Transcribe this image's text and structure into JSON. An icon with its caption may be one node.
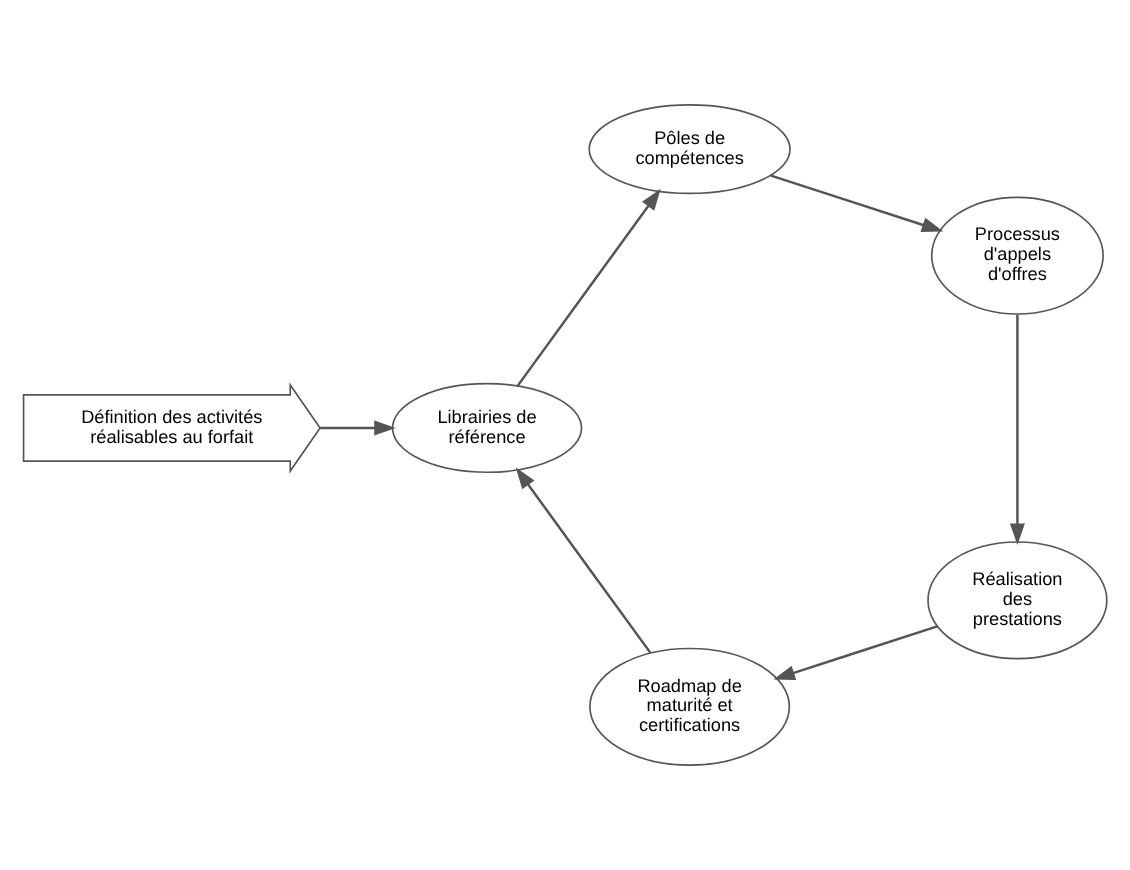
{
  "diagram": {
    "nodes": [
      {
        "text": [
          "Définition des activités réalisables au forfait"
        ]
      },
      {
        "text": [
          "Librairies de référence"
        ]
      },
      {
        "text": [
          "Pôles de compétences"
        ]
      },
      {
        "text": [
          "Processus d'appels d'offres"
        ]
      },
      {
        "text": [
          "Réalisation des prestations"
        ]
      },
      {
        "text": [
          "Roadmap de maturité et certifications"
        ]
      }
    ],
    "edges": [
      {
        "from": 0,
        "to": 1,
        "arrow": "to"
      },
      {
        "from": 1,
        "to": 2,
        "arrow": "to"
      },
      {
        "from": 2,
        "to": 3,
        "arrow": "to"
      },
      {
        "from": 3,
        "to": 4,
        "arrow": "to"
      },
      {
        "from": 4,
        "to": 5,
        "arrow": "to"
      },
      {
        "from": 5,
        "to": 1,
        "arrow": "to"
      }
    ]
  }
}
